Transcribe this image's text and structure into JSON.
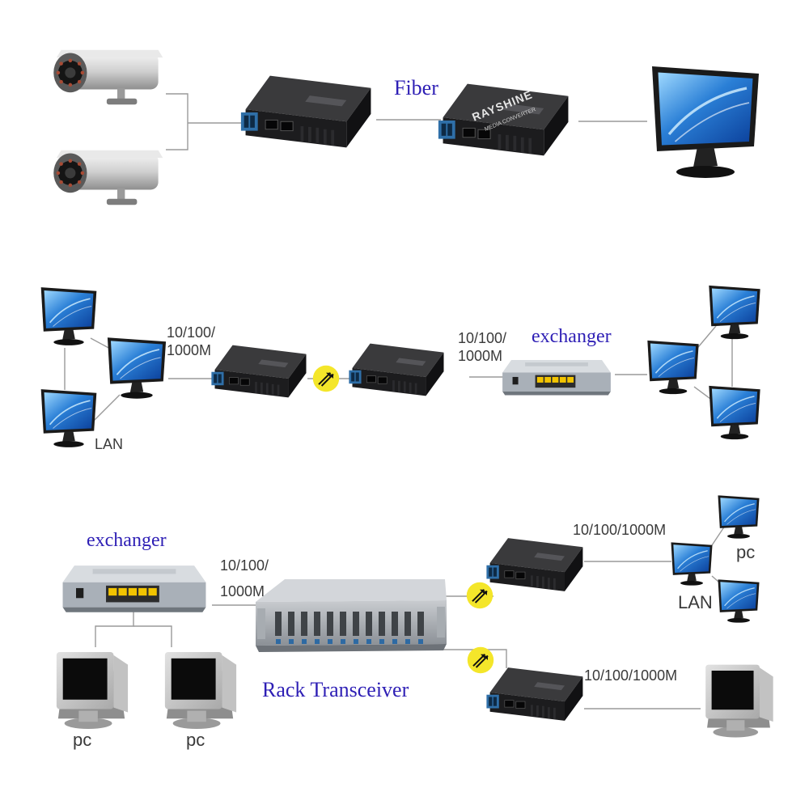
{
  "labels": {
    "fiber": "Fiber",
    "speed": "10/100/1000M",
    "speed_line1": "10/100/",
    "speed_line2": "1000M",
    "exchanger": "exchanger",
    "lan": "LAN",
    "pc": "pc",
    "rack_transceiver": "Rack Transceiver",
    "brand": "RAYSHINE",
    "device_caption": "MEDIA CONVERTER"
  },
  "colors": {
    "label_accent": "#2e1fb5",
    "label_plain": "#3a3a3a",
    "device_body": "#1c1c1e",
    "fiber_badge": "#f4e62a",
    "switch_port": "#f2c400",
    "link_line": "#9a9a9a",
    "monitor_screen": "#2a7fd6"
  },
  "icons": [
    "camera-icon",
    "media-converter-icon",
    "monitor-icon",
    "fiber-link-icon",
    "switch-icon",
    "rack-transceiver-icon",
    "crt-pc-icon"
  ]
}
